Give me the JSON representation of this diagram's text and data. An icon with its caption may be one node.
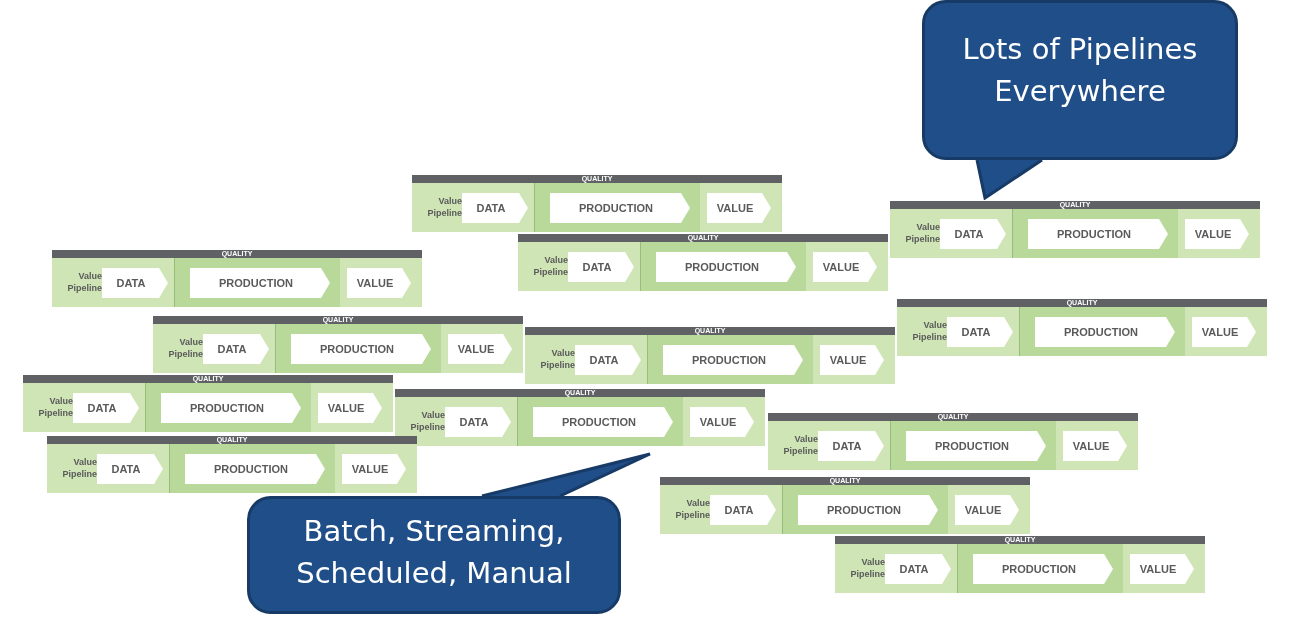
{
  "diagram": {
    "nodes": [
      {
        "text": [
          "Lots of Pipelines Everywhere"
        ]
      },
      {
        "text": [
          "Value Pipeline"
        ]
      },
      {
        "text": [
          "QUALITY"
        ],
        "in": 1
      },
      {
        "text": [
          "DATA"
        ],
        "in": 1
      },
      {
        "text": [
          "PRODUCTION"
        ],
        "in": 1
      },
      {
        "text": [
          "VALUE"
        ],
        "in": 1
      },
      {
        "text": [
          "Value Pipeline"
        ]
      },
      {
        "text": [
          "QUALITY"
        ],
        "in": 6
      },
      {
        "text": [
          "DATA"
        ],
        "in": 6
      },
      {
        "text": [
          "PRODUCTION"
        ],
        "in": 6
      },
      {
        "text": [
          "VALUE"
        ],
        "in": 6
      },
      {
        "text": [
          "Value Pipeline"
        ]
      },
      {
        "text": [
          "QUALITY"
        ],
        "in": 11
      },
      {
        "text": [
          "DATA"
        ],
        "in": 11
      },
      {
        "text": [
          "PRODUCTION"
        ],
        "in": 11
      },
      {
        "text": [
          "VALUE"
        ],
        "in": 11
      },
      {
        "text": [
          "Value Pipeline"
        ]
      },
      {
        "text": [
          "QUALITY"
        ],
        "in": 16
      },
      {
        "text": [
          "DATA"
        ],
        "in": 16
      },
      {
        "text": [
          "PRODUCTION"
        ],
        "in": 16
      },
      {
        "text": [
          "VALUE"
        ],
        "in": 16
      },
      {
        "text": [
          "Value Pipeline"
        ]
      },
      {
        "text": [
          "QUALITY"
        ],
        "in": 21
      },
      {
        "text": [
          "DATA"
        ],
        "in": 21
      },
      {
        "text": [
          "PRODUCTION"
        ],
        "in": 21
      },
      {
        "text": [
          "VALUE"
        ],
        "in": 21
      },
      {
        "text": [
          "Value Pipeline"
        ]
      },
      {
        "text": [
          "QUALITY"
        ],
        "in": 26
      },
      {
        "text": [
          "DATA"
        ],
        "in": 26
      },
      {
        "text": [
          "PRODUCTION"
        ],
        "in": 26
      },
      {
        "text": [
          "VALUE"
        ],
        "in": 26
      },
      {
        "text": [
          "Value Pipeline"
        ]
      },
      {
        "text": [
          "QUALITY"
        ],
        "in": 31
      },
      {
        "text": [
          "DATA"
        ],
        "in": 31
      },
      {
        "text": [
          "PRODUCTION"
        ],
        "in": 31
      },
      {
        "text": [
          "VALUE"
        ],
        "in": 31
      },
      {
        "text": [
          "Value Pipeline"
        ]
      },
      {
        "text": [
          "QUALITY"
        ],
        "in": 36
      },
      {
        "text": [
          "DATA"
        ],
        "in": 36
      },
      {
        "text": [
          "PRODUCTION"
        ],
        "in": 36
      },
      {
        "text": [
          "VALUE"
        ],
        "in": 36
      },
      {
        "text": [
          "Value Pipeline"
        ]
      },
      {
        "text": [
          "QUALITY"
        ],
        "in": 41
      },
      {
        "text": [
          "DATA"
        ],
        "in": 41
      },
      {
        "text": [
          "PRODUCTION"
        ],
        "in": 41
      },
      {
        "text": [
          "VALUE"
        ],
        "in": 41
      },
      {
        "text": [
          "Value Pipeline"
        ]
      },
      {
        "text": [
          "QUALITY"
        ],
        "in": 46
      },
      {
        "text": [
          "DATA"
        ],
        "in": 46
      },
      {
        "text": [
          "PRODUCTION"
        ],
        "in": 46
      },
      {
        "text": [
          "VALUE"
        ],
        "in": 46
      },
      {
        "text": [
          "Value Pipeline"
        ]
      },
      {
        "text": [
          "QUALITY"
        ],
        "in": 51
      },
      {
        "text": [
          "DATA"
        ],
        "in": 51
      },
      {
        "text": [
          "PRODUCTION"
        ],
        "in": 51
      },
      {
        "text": [
          "VALUE"
        ],
        "in": 51
      },
      {
        "text": [
          "Value Pipeline"
        ]
      },
      {
        "text": [
          "QUALITY"
        ],
        "in": 56
      },
      {
        "text": [
          "DATA"
        ],
        "in": 56
      },
      {
        "text": [
          "PRODUCTION"
        ],
        "in": 56
      },
      {
        "text": [
          "VALUE"
        ],
        "in": 56
      },
      {
        "text": [
          "Value Pipeline"
        ]
      },
      {
        "text": [
          "QUALITY"
        ],
        "in": 61
      },
      {
        "text": [
          "DATA"
        ],
        "in": 61
      },
      {
        "text": [
          "PRODUCTION"
        ],
        "in": 61
      },
      {
        "text": [
          "VALUE"
        ],
        "in": 61
      },
      {
        "text": [
          "Batch, Streaming, Scheduled, Manual"
        ]
      }
    ]
  }
}
